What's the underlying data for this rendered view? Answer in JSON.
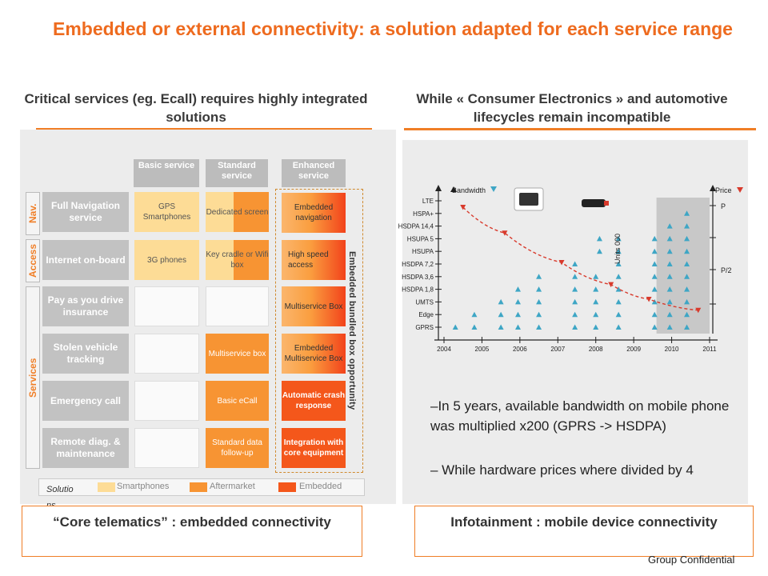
{
  "title": "Embedded or external connectivity: a solution adapted for each service range",
  "left_subtitle": "Critical services (eg. Ecall) requires highly integrated solutions",
  "right_subtitle": "While « Consumer Electronics » and automotive lifecycles remain incompatible",
  "matrix": {
    "columns": [
      "Basic service",
      "Standard service",
      "Enhanced service"
    ],
    "groups": {
      "nav": "Nav.",
      "access": "Access",
      "services": "Services"
    },
    "rows": [
      {
        "service": "Full Navigation service",
        "basic": "GPS Smartphones",
        "standard": "Dedicated screen",
        "enhanced": "Embedded navigation"
      },
      {
        "service": "Internet on-board",
        "basic": "3G phones",
        "standard": "Key cradle or Wifi box",
        "enhanced": "High speed access"
      },
      {
        "service": "Pay as you drive insurance",
        "basic": "",
        "standard": "",
        "enhanced": "Multiservice Box"
      },
      {
        "service": "Stolen vehicle tracking",
        "basic": "",
        "standard": "Multiservice box",
        "enhanced": "Embedded Multiservice Box"
      },
      {
        "service": "Emergency call",
        "basic": "",
        "standard": "Basic eCall",
        "enhanced": "Automatic crash response"
      },
      {
        "service": "Remote diag. & maintenance",
        "basic": "",
        "standard": "Standard data follow-up",
        "enhanced": "Integration with core equipment"
      }
    ],
    "opportunity_label": "Embedded bundled box opportunity",
    "legend": {
      "title": "Solutions",
      "items": [
        {
          "label": "Smartphones",
          "color": "#fddc96"
        },
        {
          "label": "Aftermarket",
          "color": "#f79433"
        },
        {
          "label": "Embedded",
          "color": "#f4571b"
        }
      ]
    }
  },
  "chart_data": {
    "type": "scatter",
    "x_ticks": [
      "2004",
      "2005",
      "2006",
      "2007",
      "2008",
      "2009",
      "2010",
      "2011"
    ],
    "y_ticks": [
      "LTE",
      "HSPA+",
      "HSDPA 14,4",
      "HSUPA 5",
      "HSUPA",
      "HSDPA 7,2",
      "HSDPA 3,6",
      "HSDPA 1,8",
      "UMTS",
      "Edge",
      "GPRS"
    ],
    "right_ticks": [
      "P",
      "P/2"
    ],
    "series": [
      {
        "name": "Bandwidth",
        "marker": "triangle-up",
        "color": "#3ea6c5"
      },
      {
        "name": "Price",
        "marker": "triangle-down",
        "color": "#d83a2c",
        "line": "dashed"
      }
    ],
    "bandwidth_columns": [
      {
        "x": 2004.3,
        "levels": [
          0
        ]
      },
      {
        "x": 2004.8,
        "levels": [
          0,
          1
        ]
      },
      {
        "x": 2005.5,
        "levels": [
          0,
          1,
          2
        ]
      },
      {
        "x": 2005.95,
        "levels": [
          0,
          1,
          2,
          3
        ]
      },
      {
        "x": 2006.5,
        "levels": [
          0,
          1,
          2,
          3,
          4
        ]
      },
      {
        "x": 2007.45,
        "levels": [
          0,
          1,
          2,
          3,
          4,
          5
        ]
      },
      {
        "x": 2008.0,
        "levels": [
          0,
          1,
          2,
          3,
          4
        ]
      },
      {
        "x": 2008.1,
        "levels": [
          6,
          7
        ]
      },
      {
        "x": 2008.6,
        "levels": [
          0,
          1,
          2,
          3,
          4,
          5,
          6,
          7
        ]
      },
      {
        "x": 2009.55,
        "levels": [
          0,
          1,
          2,
          3,
          4,
          5,
          6,
          7
        ]
      },
      {
        "x": 2009.95,
        "levels": [
          0,
          1,
          2,
          3,
          4,
          5,
          6,
          7,
          8
        ]
      },
      {
        "x": 2010.4,
        "levels": [
          0,
          1,
          2,
          3,
          4,
          5,
          6,
          7,
          8,
          9
        ]
      }
    ],
    "price_points": [
      {
        "x": 2004.5,
        "y": 1.0
      },
      {
        "x": 2005.6,
        "y": 0.86
      },
      {
        "x": 2007.1,
        "y": 0.7
      },
      {
        "x": 2008.4,
        "y": 0.58
      },
      {
        "x": 2009.4,
        "y": 0.5
      },
      {
        "x": 2010.7,
        "y": 0.44
      }
    ],
    "annotation": "Units 000",
    "shaded_range": [
      2009.6,
      2011
    ]
  },
  "bullets": [
    "–In 5 years, available bandwidth on mobile phone was multiplied x200 (GPRS -> HSDPA)",
    "– While hardware prices where divided by 4"
  ],
  "bottom_left": "“Core telematics” : embedded connectivity",
  "bottom_right": "Infotainment : mobile device connectivity",
  "footer": "Group Confidential"
}
